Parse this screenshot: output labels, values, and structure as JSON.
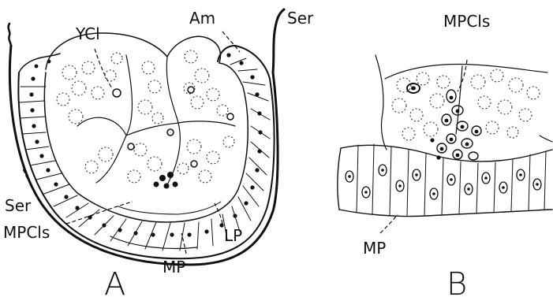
{
  "panels": [
    {
      "id": "A",
      "panel_label": "A",
      "labels": {
        "ycl": "YCl",
        "am": "Am",
        "ser_right": "Ser",
        "ser_left": "Ser",
        "mpcls": "MPCls",
        "mp": "MP",
        "lp": "LP"
      }
    },
    {
      "id": "B",
      "panel_label": "B",
      "labels": {
        "mpcls": "MPCls",
        "mp": "MP"
      }
    }
  ]
}
